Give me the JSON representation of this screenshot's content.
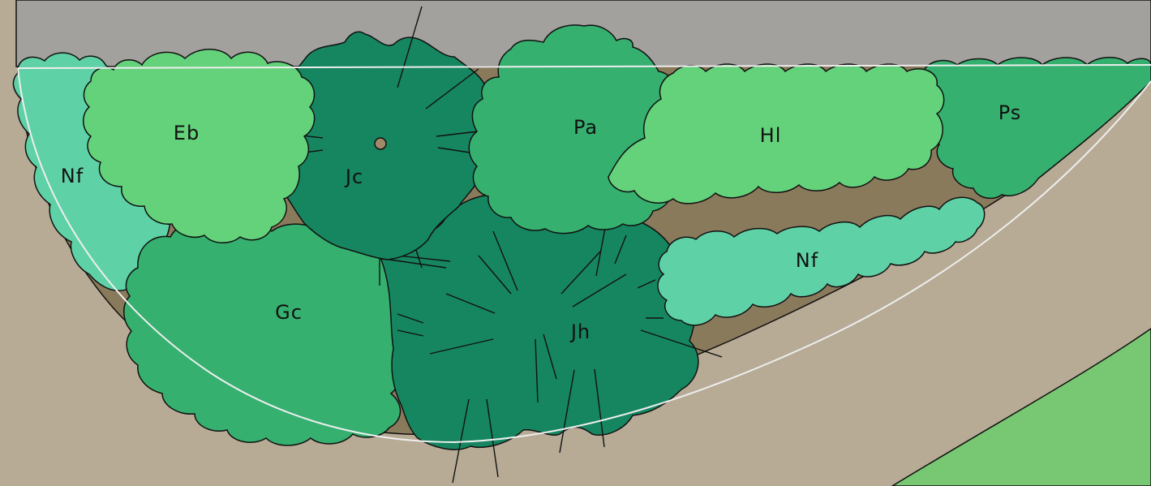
{
  "plan": {
    "plants": [
      {
        "id": "nf-left",
        "label": "Nf",
        "kind": "shrub",
        "color": "#5fd1a6"
      },
      {
        "id": "eb",
        "label": "Eb",
        "kind": "shrub",
        "color": "#64d17b"
      },
      {
        "id": "jc",
        "label": "Jc",
        "kind": "conifer",
        "color": "#168660"
      },
      {
        "id": "pa",
        "label": "Pa",
        "kind": "shrub",
        "color": "#35b06f"
      },
      {
        "id": "hl",
        "label": "Hl",
        "kind": "shrub",
        "color": "#64d17b"
      },
      {
        "id": "ps",
        "label": "Ps",
        "kind": "shrub",
        "color": "#35b06f"
      },
      {
        "id": "gc",
        "label": "Gc",
        "kind": "shrub",
        "color": "#35b06f"
      },
      {
        "id": "jh",
        "label": "Jh",
        "kind": "conifer",
        "color": "#168660"
      },
      {
        "id": "nf-right",
        "label": "Nf",
        "kind": "shrub",
        "color": "#5fd1a6"
      }
    ],
    "colors": {
      "ground": "#b7ab96",
      "paving": "#a3a19d",
      "mulch": "#8a7a5c",
      "lawn": "#78c773",
      "outline": "#111111",
      "bed_edge": "#eeeeee"
    }
  }
}
